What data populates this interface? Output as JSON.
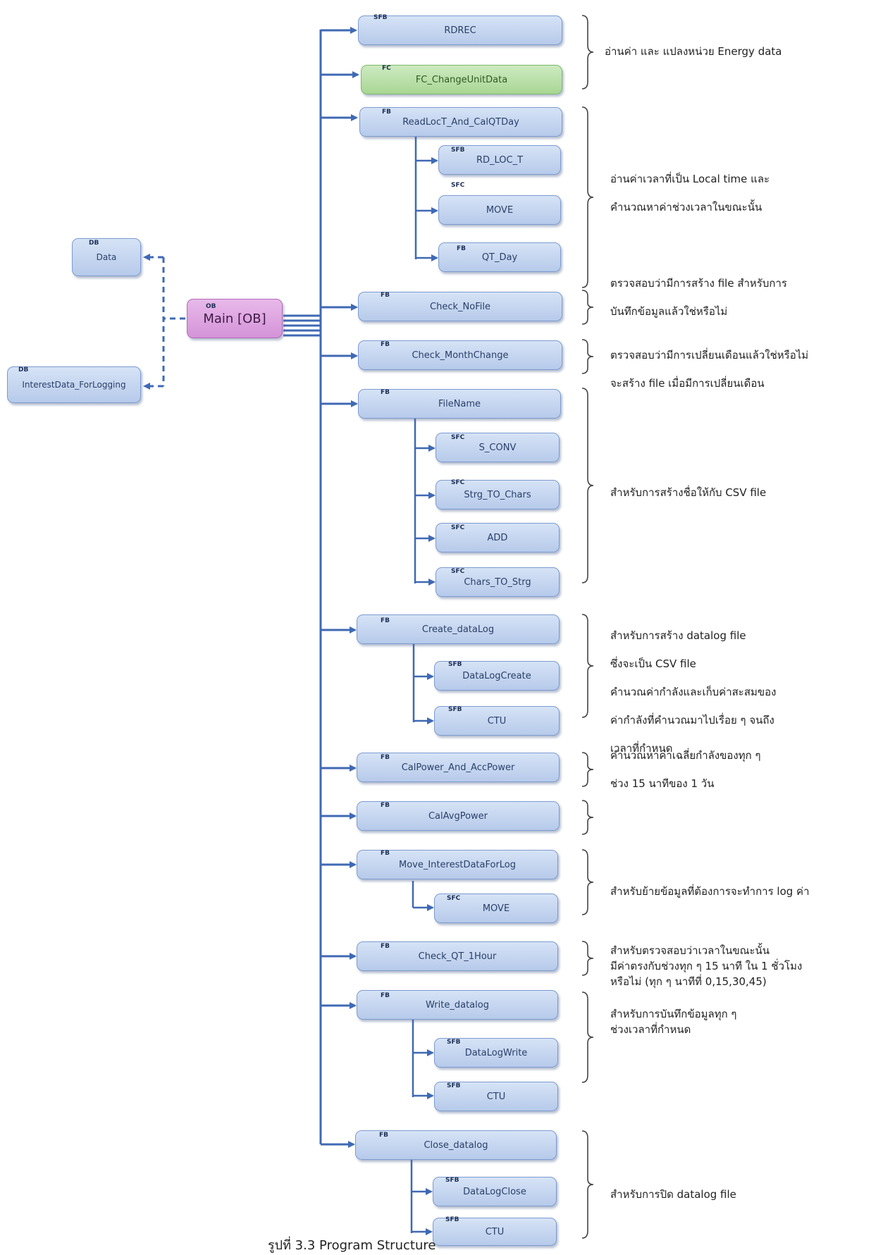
{
  "blocks": [
    {
      "id": "rdrec",
      "label": "RDREC",
      "type": "SFB",
      "style": "blue"
    },
    {
      "id": "fc_change",
      "label": "FC_ChangeUnitData",
      "type": "FC",
      "style": "green"
    },
    {
      "id": "readloc",
      "label": "ReadLocT_And_CalQTDay",
      "type": "FB",
      "style": "blue"
    },
    {
      "id": "rd_loc_t",
      "label": "RD_LOC_T",
      "type": "SFB",
      "style": "blue"
    },
    {
      "id": "move1",
      "label": "MOVE",
      "type": "SFC",
      "style": "blue"
    },
    {
      "id": "qt_day",
      "label": "QT_Day",
      "type": "FB",
      "style": "blue"
    },
    {
      "id": "check_nofile",
      "label": "Check_NoFile",
      "type": "FB",
      "style": "blue"
    },
    {
      "id": "check_month",
      "label": "Check_MonthChange",
      "type": "FB",
      "style": "blue"
    },
    {
      "id": "filename",
      "label": "FileName",
      "type": "FB",
      "style": "blue"
    },
    {
      "id": "s_conv",
      "label": "S_CONV",
      "type": "SFC",
      "style": "blue"
    },
    {
      "id": "strg_to_chars",
      "label": "Strg_TO_Chars",
      "type": "SFC",
      "style": "blue"
    },
    {
      "id": "add",
      "label": "ADD",
      "type": "SFC",
      "style": "blue"
    },
    {
      "id": "chars_to_strg",
      "label": "Chars_TO_Strg",
      "type": "SFC",
      "style": "blue"
    },
    {
      "id": "create_datalog",
      "label": "Create_dataLog",
      "type": "FB",
      "style": "blue"
    },
    {
      "id": "datalogcreate",
      "label": "DataLogCreate",
      "type": "SFB",
      "style": "blue"
    },
    {
      "id": "ctu1",
      "label": "CTU",
      "type": "SFB",
      "style": "blue"
    },
    {
      "id": "calpower",
      "label": "CalPower_And_AccPower",
      "type": "FB",
      "style": "blue"
    },
    {
      "id": "calavg",
      "label": "CalAvgPower",
      "type": "FB",
      "style": "blue"
    },
    {
      "id": "move_interest",
      "label": "Move_InterestDataForLog",
      "type": "FB",
      "style": "blue"
    },
    {
      "id": "move2",
      "label": "MOVE",
      "type": "SFC",
      "style": "blue"
    },
    {
      "id": "check_qt",
      "label": "Check_QT_1Hour",
      "type": "FB",
      "style": "blue"
    },
    {
      "id": "write_datalog",
      "label": "Write_datalog",
      "type": "FB",
      "style": "blue"
    },
    {
      "id": "datalogwrite",
      "label": "DataLogWrite",
      "type": "SFB",
      "style": "blue"
    },
    {
      "id": "ctu2",
      "label": "CTU",
      "type": "SFB",
      "style": "blue"
    },
    {
      "id": "close_datalog",
      "label": "Close_datalog",
      "type": "FB",
      "style": "blue"
    },
    {
      "id": "datalogclose",
      "label": "DataLogClose",
      "type": "SFB",
      "style": "blue"
    },
    {
      "id": "ctu3",
      "label": "CTU",
      "type": "SFB",
      "style": "blue"
    }
  ],
  "main": {
    "label": "Main [OB]",
    "type": "OB"
  },
  "databases": [
    {
      "id": "data",
      "label": "Data",
      "type": "DB"
    },
    {
      "id": "interest",
      "label": "InterestData_ForLogging",
      "type": "DB"
    }
  ],
  "annotations": [
    {
      "id": "a1",
      "lines": [
        "อ่านค่า และ แปลงหน่วย Energy data"
      ]
    },
    {
      "id": "a2",
      "lines": [
        "อ่านค่าเวลาที่เป็น Local time และ",
        "คำนวณหาค่าช่วงเวลาในขณะนั้น"
      ]
    },
    {
      "id": "a3",
      "lines": [
        "ตรวจสอบว่ามีการสร้าง file สำหรับการ",
        "บันทึกข้อมูลแล้วใช่หรือไม่"
      ]
    },
    {
      "id": "a4",
      "lines": [
        "ตรวจสอบว่ามีการเปลี่ยนเดือนแล้วใช่หรือไม่",
        "จะสร้าง file เมื่อมีการเปลี่ยนเดือน"
      ]
    },
    {
      "id": "a5",
      "lines": [
        "สำหรับการสร้างชื่อให้กับ CSV file"
      ]
    },
    {
      "id": "a6",
      "lines": [
        "สำหรับการสร้าง datalog file",
        "ซึ่งจะเป็น CSV file",
        "คำนวณค่ากำลังและเก็บค่าสะสมของ",
        "ค่ากำลังที่คำนวณมาไปเรื่อย ๆ จนถึง",
        "เวลาที่กำหนด"
      ]
    },
    {
      "id": "a7",
      "lines": [
        "คำนวณหาค่าเฉลี่ยกำลังของทุก ๆ",
        "ช่วง 15 นาทีของ 1 วัน"
      ]
    },
    {
      "id": "a8",
      "lines": [
        "สำหรับย้ายข้อมูลที่ต้องการจะทำการ log ค่า"
      ]
    },
    {
      "id": "a9",
      "lines": [
        "สำหรับตรวจสอบว่าเวลาในขณะนั้น",
        "มีค่าตรงกับช่วงทุก ๆ 15 นาที ใน 1 ชั่วโมง",
        "หรือไม่ (ทุก ๆ นาทีที่ 0,15,30,45)"
      ]
    },
    {
      "id": "a10",
      "lines": [
        "สำหรับการบันทึกข้อมูลทุก ๆ",
        "ช่วงเวลาที่กำหนด"
      ]
    },
    {
      "id": "a11",
      "lines": [
        "สำหรับการปิด datalog file"
      ]
    }
  ],
  "caption": "รูปที่ 3.3 Program Structure"
}
